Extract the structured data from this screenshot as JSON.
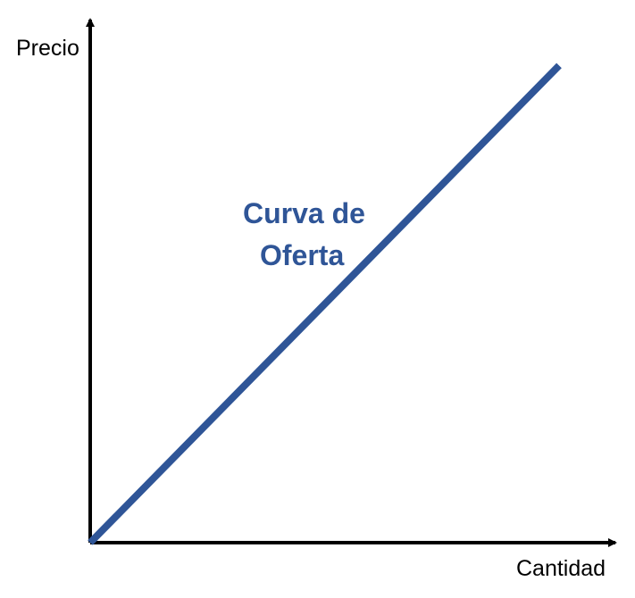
{
  "chart_data": {
    "type": "line",
    "title": "",
    "xlabel": "Cantidad",
    "ylabel": "Precio",
    "grid": false,
    "legend": "none",
    "series": [
      {
        "name": "Curva de Oferta",
        "label_lines": [
          "Curva de",
          "Oferta"
        ],
        "color": "#2f5597",
        "x": [
          0,
          1
        ],
        "y": [
          0,
          1
        ]
      }
    ],
    "xlim": [
      0,
      1.12
    ],
    "ylim": [
      0,
      1.07
    ],
    "axis_color": "#000000"
  }
}
